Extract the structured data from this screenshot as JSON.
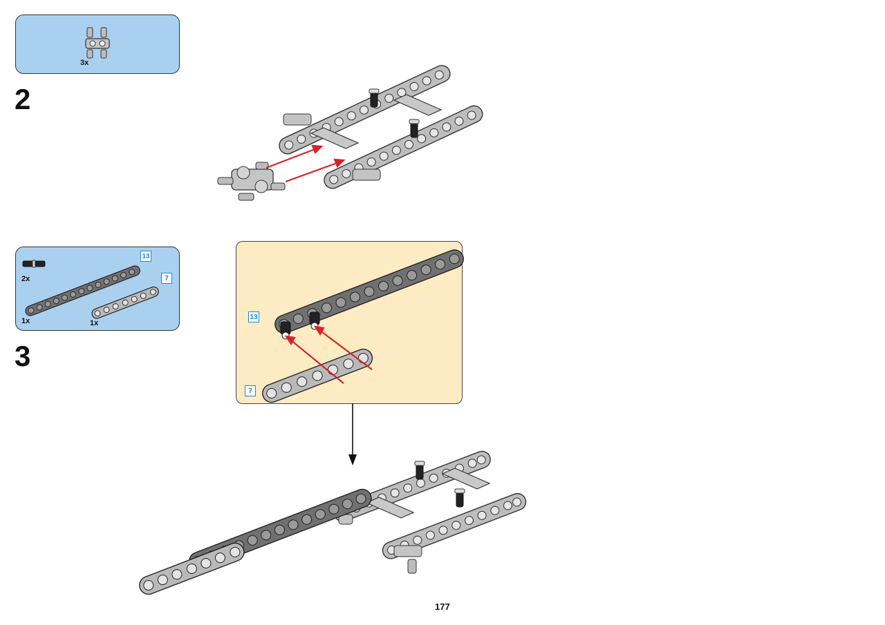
{
  "steps": [
    {
      "number": "2",
      "parts": [
        {
          "icon": "cross-connector-icon",
          "qty": "3x"
        }
      ]
    },
    {
      "number": "3",
      "parts": [
        {
          "icon": "axle-pin-icon",
          "qty": "2x"
        },
        {
          "icon": "beam-13-icon",
          "qty": "1x",
          "length": "13"
        },
        {
          "icon": "beam-7-icon",
          "qty": "1x",
          "length": "7"
        }
      ],
      "callout": {
        "beam_long_length": "13",
        "beam_short_length": "7"
      }
    }
  ],
  "page_number": "177",
  "colors": {
    "parts_box": "#aad0f0",
    "callout_bg": "#fdebc4",
    "arrow": "#d8232a",
    "beam_light": "#b9b9b9",
    "beam_dark": "#707070",
    "tag_text": "#1a8ad0"
  }
}
